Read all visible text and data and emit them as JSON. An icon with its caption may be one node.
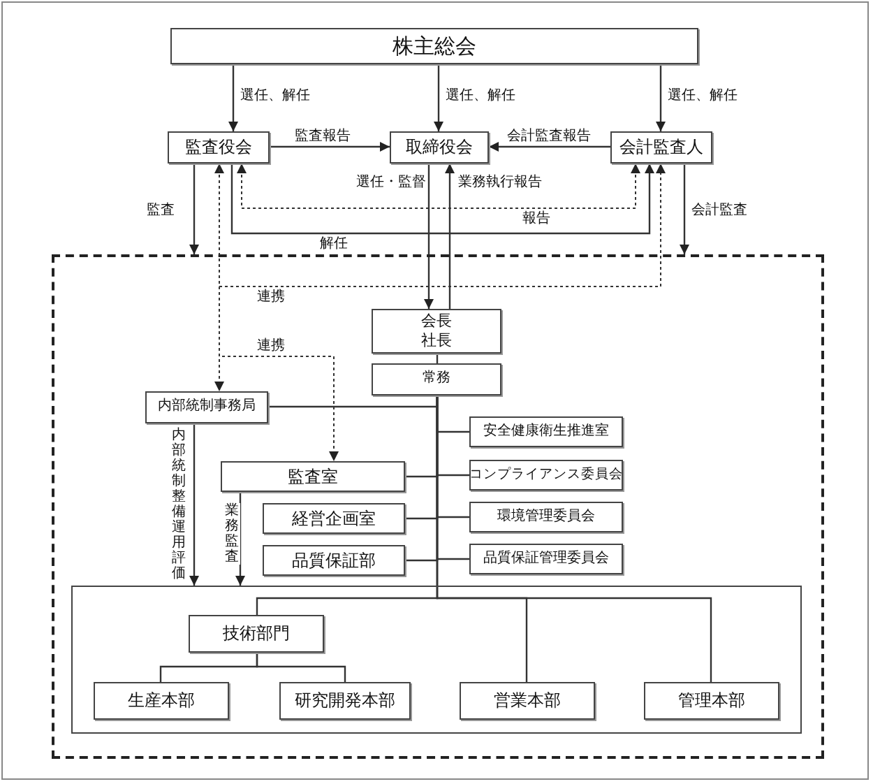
{
  "diagram": {
    "nodes": [
      {
        "text": [
          "株主総会"
        ]
      },
      {
        "text": [
          "監査役会"
        ]
      },
      {
        "text": [
          "取締役会"
        ]
      },
      {
        "text": [
          "会計監査人"
        ]
      },
      {
        "text": [],
        "shape": "box"
      },
      {
        "text": [
          "会長",
          "社長"
        ],
        "in": 4
      },
      {
        "text": [
          "常務"
        ],
        "in": 4
      },
      {
        "text": [
          "内部統制事務局"
        ],
        "in": 4
      },
      {
        "text": [
          "監査室"
        ],
        "in": 4
      },
      {
        "text": [
          "経営企画室"
        ],
        "in": 4
      },
      {
        "text": [
          "品質保証部"
        ],
        "in": 4
      },
      {
        "text": [
          "安全健康衛生推進室"
        ],
        "in": 4
      },
      {
        "text": [
          "コンプライアンス委員会"
        ],
        "in": 4
      },
      {
        "text": [
          "環境管理委員会"
        ],
        "in": 4
      },
      {
        "text": [
          "品質保証管理委員会"
        ],
        "in": 4
      },
      {
        "text": [],
        "shape": "box",
        "in": 4
      },
      {
        "text": [
          "技術部門"
        ],
        "in": 15
      },
      {
        "text": [
          "生産本部"
        ],
        "in": 15
      },
      {
        "text": [
          "研究開発本部"
        ],
        "in": 15
      },
      {
        "text": [
          "営業本部"
        ],
        "in": 15
      },
      {
        "text": [
          "管理本部"
        ],
        "in": 15
      }
    ],
    "edges": [
      {
        "from": 0,
        "to": 1,
        "arrow": "to",
        "label": "選任、解任"
      },
      {
        "from": 0,
        "to": 2,
        "arrow": "to",
        "label": "選任、解任"
      },
      {
        "from": 0,
        "to": 3,
        "arrow": "to",
        "label": "選任、解任"
      },
      {
        "from": 1,
        "to": 2,
        "arrow": "to",
        "label": "監査報告"
      },
      {
        "from": 3,
        "to": 2,
        "arrow": "to",
        "label": "会計監査報告"
      },
      {
        "from": 2,
        "to": 5,
        "arrow": "to",
        "label": "選任・監督"
      },
      {
        "from": 5,
        "to": 2,
        "arrow": "to",
        "label": "業務執行報告"
      },
      {
        "from": 1,
        "to": 4,
        "arrow": "to",
        "label": "監査"
      },
      {
        "from": 3,
        "to": 4,
        "arrow": "to",
        "label": "会計監査"
      },
      {
        "from": 1,
        "to": 3,
        "arrow": "to",
        "label": "解任"
      },
      {
        "from": 1,
        "to": 3,
        "arrow": "both",
        "label": "報告",
        "style": "dashed"
      },
      {
        "from": 1,
        "to": 3,
        "arrow": "both",
        "label": "連携",
        "style": "dashed"
      },
      {
        "from": 1,
        "to": 7,
        "arrow": "to",
        "style": "dashed"
      },
      {
        "from": 1,
        "to": 8,
        "arrow": "to",
        "label": "連携",
        "style": "dashed"
      },
      {
        "from": 7,
        "to": 15,
        "arrow": "to",
        "label": "内部統制整備運用評価"
      },
      {
        "from": 8,
        "to": 15,
        "arrow": "to",
        "label": "業務監査"
      },
      {
        "from": 5,
        "to": 6,
        "arrow": "none"
      },
      {
        "from": 6,
        "to": 7,
        "arrow": "none"
      },
      {
        "from": 6,
        "to": 11,
        "arrow": "none"
      },
      {
        "from": 6,
        "to": 8,
        "arrow": "none"
      },
      {
        "from": 6,
        "to": 12,
        "arrow": "none"
      },
      {
        "from": 6,
        "to": 9,
        "arrow": "none"
      },
      {
        "from": 6,
        "to": 13,
        "arrow": "none"
      },
      {
        "from": 6,
        "to": 10,
        "arrow": "none"
      },
      {
        "from": 6,
        "to": 14,
        "arrow": "none"
      },
      {
        "from": 6,
        "to": 16,
        "arrow": "none"
      },
      {
        "from": 6,
        "to": 19,
        "arrow": "none"
      },
      {
        "from": 6,
        "to": 20,
        "arrow": "none"
      },
      {
        "from": 16,
        "to": 17,
        "arrow": "none"
      },
      {
        "from": 16,
        "to": 18,
        "arrow": "none"
      }
    ]
  }
}
